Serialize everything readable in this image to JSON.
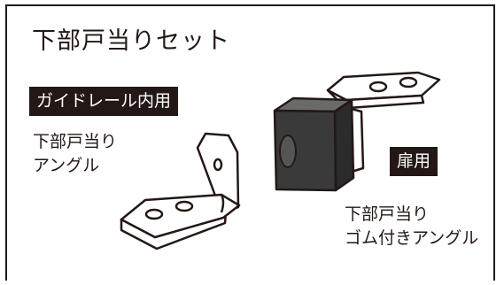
{
  "title": "下部戸当りセット",
  "guide_rail": {
    "tag": "ガイドレール内用",
    "label_lines": [
      "下部戸当り",
      "アングル"
    ]
  },
  "door": {
    "tag": "扉用",
    "label_lines": [
      "下部戸当り",
      "ゴム付きアングル"
    ]
  },
  "colors": {
    "ink": "#231815",
    "paper": "#ffffff",
    "rubber": "#3a3a3a"
  }
}
